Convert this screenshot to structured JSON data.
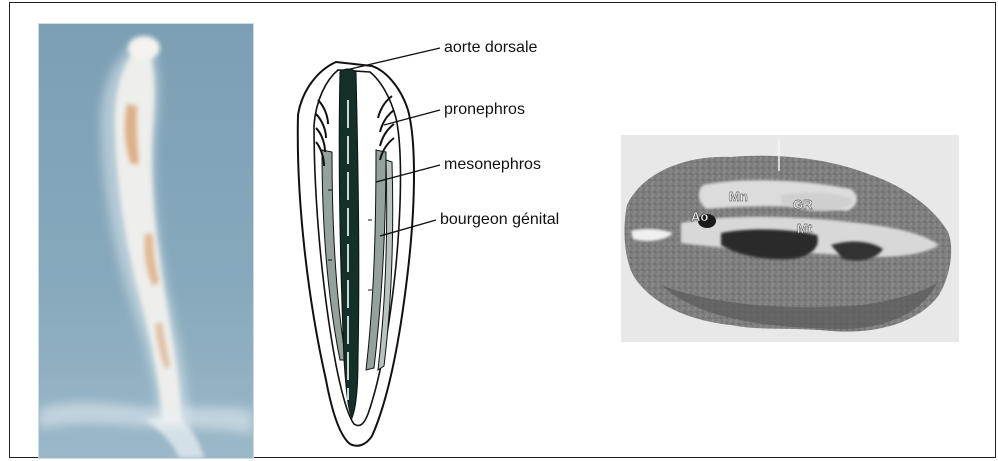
{
  "figure": {
    "labels": {
      "aorte": "aorte dorsale",
      "pronephros": "pronephros",
      "mesonephros": "mesonephros",
      "bourgeon": "bourgeon génital"
    },
    "sem_labels": {
      "mn": "Mn",
      "gr": "GR",
      "ao": "Ao",
      "mt": "Mt"
    },
    "colors": {
      "photo_background": "#7fa2b6",
      "aorta": "#14302b",
      "organ_gray": "#93a39b",
      "outline": "#111111"
    }
  }
}
